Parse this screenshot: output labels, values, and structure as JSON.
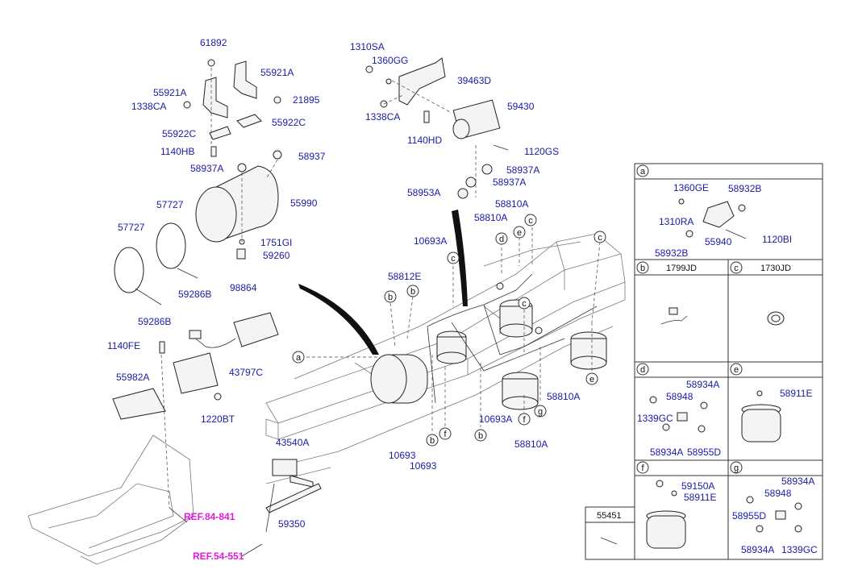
{
  "labels": [
    "61892",
    "55921A",
    "55921A",
    "1338CA",
    "21895",
    "55922C",
    "55922C",
    "1140HB",
    "58937",
    "58937A",
    "55990",
    "1751GI",
    "59260",
    "57727",
    "57727",
    "59286B",
    "59286B",
    "98864",
    "1140FE",
    "43797C",
    "55982A",
    "1220BT",
    "43540A",
    "59350",
    "1310SA",
    "1360GG",
    "39463D",
    "1338CA",
    "59430",
    "1140HD",
    "1120GS",
    "58937A",
    "58937A",
    "58953A",
    "58810A",
    "58810A",
    "10693A",
    "58812E",
    "10693",
    "10693",
    "10693A",
    "58810A",
    "58810A"
  ],
  "callouts": [
    "a",
    "b",
    "b",
    "b",
    "b",
    "b",
    "c",
    "c",
    "c",
    "c",
    "e",
    "e",
    "f",
    "f",
    "g",
    "d"
  ],
  "refs": [
    "REF.84-841",
    "REF.54-551"
  ],
  "panel": {
    "a": {
      "letter": "a",
      "labels": [
        "1360GE",
        "58932B",
        "1310RA",
        "55940",
        "1120BI",
        "58932B"
      ]
    },
    "b": {
      "letter": "b",
      "title": "1799JD"
    },
    "c": {
      "letter": "c",
      "title": "1730JD"
    },
    "d": {
      "letter": "d",
      "labels": [
        "58934A",
        "58948",
        "1339GC",
        "58934A",
        "58955D"
      ]
    },
    "e": {
      "letter": "e",
      "labels": [
        "58911E"
      ]
    },
    "f": {
      "letter": "f",
      "labels": [
        "59150A",
        "58911E"
      ]
    },
    "g": {
      "letter": "g",
      "labels": [
        "58934A",
        "58948",
        "58955D",
        "58934A",
        "1339GC"
      ]
    }
  },
  "small_box": {
    "title": "55451"
  }
}
